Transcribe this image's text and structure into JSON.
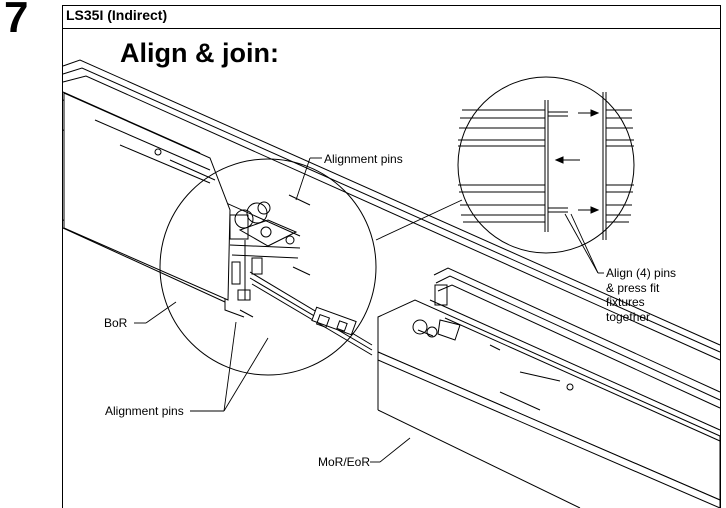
{
  "step_number": "7",
  "header": {
    "model": "LS35I (Indirect)"
  },
  "title": "Align & join:",
  "labels": {
    "alignment_pins_top": "Alignment pins",
    "alignment_pins_bottom": "Alignment pins",
    "bor": "BoR",
    "mor_eor": "MoR/EoR",
    "align_line1": "Align (4) pins",
    "align_line2": "& press fit",
    "align_line3": "fixtures",
    "align_line4": "together"
  }
}
